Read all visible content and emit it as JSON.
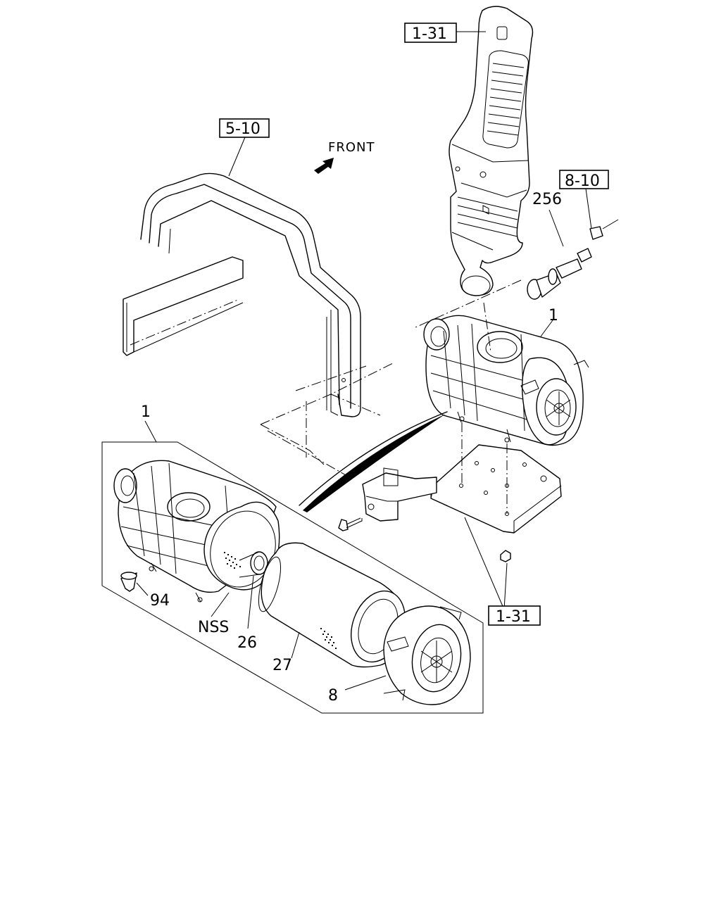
{
  "diagram": {
    "direction_label": "FRONT",
    "ref_boxes": {
      "duct_top": "1-31",
      "cab_frame": "5-10",
      "indicator": "8-10",
      "bracket": "1-31"
    },
    "callouts": {
      "indicator_part": "256",
      "cleaner_assembly": "1",
      "exploded_assembly": "1",
      "valve": "94",
      "not_serviced": "NSS",
      "inner_element": "26",
      "outer_element": "27",
      "cover": "8"
    }
  }
}
